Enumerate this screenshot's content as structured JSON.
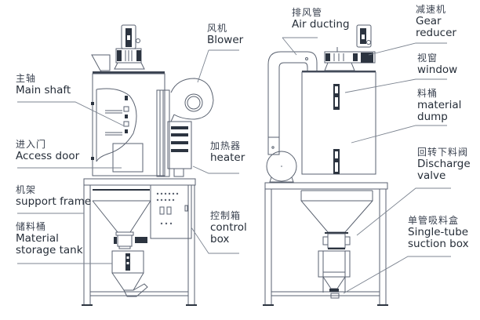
{
  "title": "Compartment dryer / hopper dryer structure diagram",
  "left_machine": {
    "labels": {
      "main_shaft": {
        "zh": "主轴",
        "en": "Main shaft"
      },
      "access_door": {
        "zh": "进入门",
        "en": "Access door"
      },
      "support_frame": {
        "zh": "机架",
        "en": "support frame"
      },
      "storage_tank": {
        "zh": "储料桶",
        "en_line1": "Material",
        "en_line2": "storage tank"
      },
      "blower": {
        "zh": "风机",
        "en": "Blower"
      },
      "heater": {
        "zh": "加热器",
        "en": "heater"
      },
      "control_box": {
        "zh": "控制箱",
        "en_line1": "control",
        "en_line2": "box"
      }
    }
  },
  "right_machine": {
    "labels": {
      "air_ducting": {
        "zh": "排风管",
        "en": "Air ducting"
      },
      "gear_reducer": {
        "zh": "减速机",
        "en_line1": "Gear",
        "en_line2": "reducer"
      },
      "window": {
        "zh": "视窗",
        "en": "window"
      },
      "material_dump": {
        "zh": "料桶",
        "en_line1": "material",
        "en_line2": "dump"
      },
      "discharge_valve": {
        "zh": "回转下料阀",
        "en_line1": "Discharge",
        "en_line2": "valve"
      },
      "suction_box": {
        "zh": "单管吸料盒",
        "en_line1": "Single-tube",
        "en_line2": "suction box"
      }
    }
  }
}
